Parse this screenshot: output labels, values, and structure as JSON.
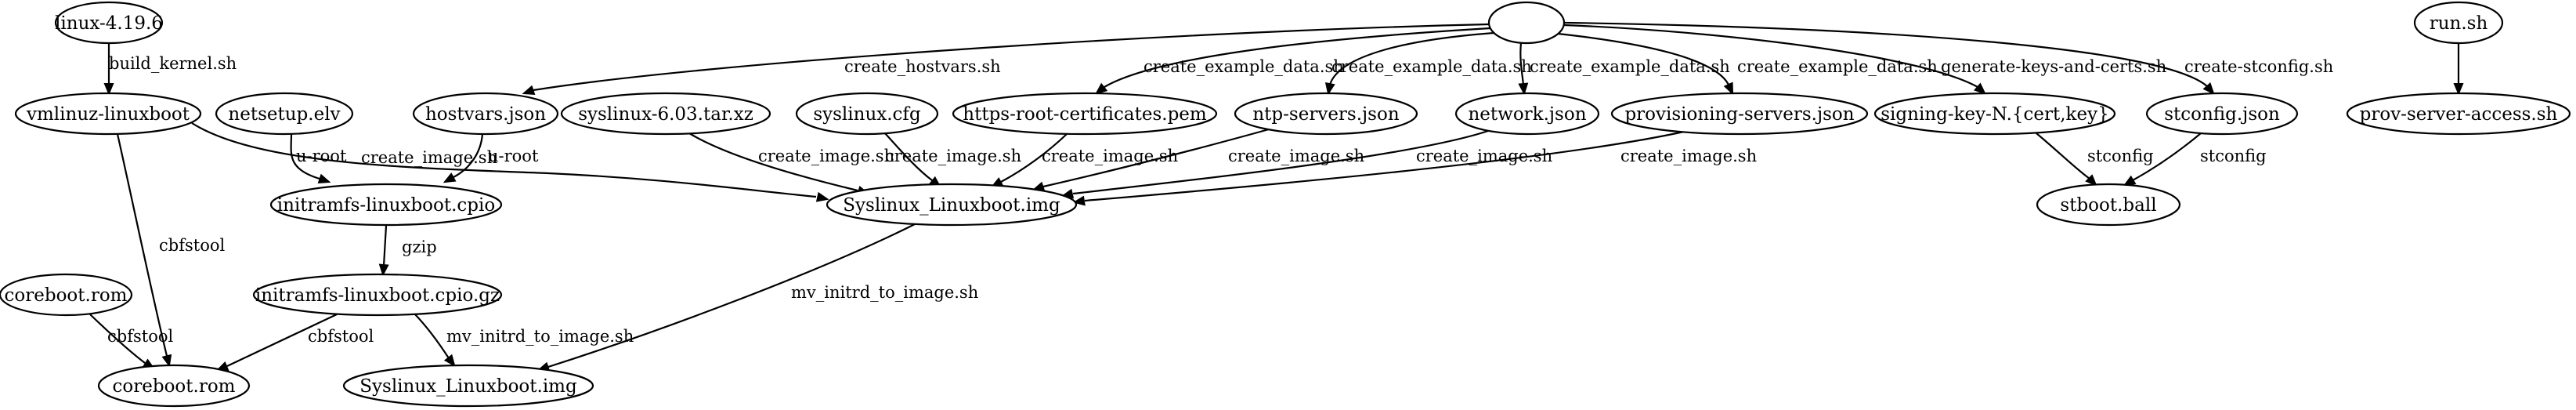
{
  "graph": {
    "nodes": [
      {
        "id": "linux",
        "label": "linux-4.19.6"
      },
      {
        "id": "vmlinuz",
        "label": "vmlinuz-linuxboot"
      },
      {
        "id": "netsetup",
        "label": "netsetup.elv"
      },
      {
        "id": "hostvars",
        "label": "hostvars.json"
      },
      {
        "id": "syslinux_tar",
        "label": "syslinux-6.03.tar.xz"
      },
      {
        "id": "syslinux_cfg",
        "label": "syslinux.cfg"
      },
      {
        "id": "https_certs",
        "label": "https-root-certificates.pem"
      },
      {
        "id": "ntp",
        "label": "ntp-servers.json"
      },
      {
        "id": "network",
        "label": "network.json"
      },
      {
        "id": "prov_servers",
        "label": "provisioning-servers.json"
      },
      {
        "id": "signing_key",
        "label": "signing-key-N.{cert,key}"
      },
      {
        "id": "stconfig",
        "label": "stconfig.json"
      },
      {
        "id": "blank",
        "label": ""
      },
      {
        "id": "runsh",
        "label": "run.sh"
      },
      {
        "id": "prov_access",
        "label": "prov-server-access.sh"
      },
      {
        "id": "initramfs",
        "label": "initramfs-linuxboot.cpio"
      },
      {
        "id": "syslinux_img",
        "label": "Syslinux_Linuxboot.img"
      },
      {
        "id": "stboot",
        "label": "stboot.ball"
      },
      {
        "id": "initramfs_gz",
        "label": "initramfs-linuxboot.cpio.gz"
      },
      {
        "id": "coreboot_in",
        "label": "coreboot.rom"
      },
      {
        "id": "coreboot_out",
        "label": "coreboot.rom"
      },
      {
        "id": "syslinux_img_out",
        "label": "Syslinux_Linuxboot.img"
      }
    ],
    "edges": [
      {
        "from": "linux",
        "to": "vmlinuz",
        "label": "build_kernel.sh"
      },
      {
        "from": "vmlinuz",
        "to": "syslinux_img",
        "label": "create_image.sh"
      },
      {
        "from": "vmlinuz",
        "to": "coreboot_out",
        "label": "cbfstool"
      },
      {
        "from": "netsetup",
        "to": "initramfs",
        "label": "u-root"
      },
      {
        "from": "hostvars",
        "to": "initramfs",
        "label": "u-root"
      },
      {
        "from": "syslinux_tar",
        "to": "syslinux_img",
        "label": "create_image.sh"
      },
      {
        "from": "syslinux_cfg",
        "to": "syslinux_img",
        "label": "create_image.sh"
      },
      {
        "from": "https_certs",
        "to": "syslinux_img",
        "label": "create_image.sh"
      },
      {
        "from": "ntp",
        "to": "syslinux_img",
        "label": "create_image.sh"
      },
      {
        "from": "network",
        "to": "syslinux_img",
        "label": "create_image.sh"
      },
      {
        "from": "prov_servers",
        "to": "syslinux_img",
        "label": "create_image.sh"
      },
      {
        "from": "blank",
        "to": "hostvars",
        "label": "create_hostvars.sh"
      },
      {
        "from": "blank",
        "to": "https_certs",
        "label": "create_example_data.sh"
      },
      {
        "from": "blank",
        "to": "ntp",
        "label": "create_example_data.sh"
      },
      {
        "from": "blank",
        "to": "network",
        "label": "create_example_data.sh"
      },
      {
        "from": "blank",
        "to": "prov_servers",
        "label": "create_example_data.sh"
      },
      {
        "from": "blank",
        "to": "signing_key",
        "label": "generate-keys-and-certs.sh"
      },
      {
        "from": "blank",
        "to": "stconfig",
        "label": "create-stconfig.sh"
      },
      {
        "from": "runsh",
        "to": "prov_access",
        "label": ""
      },
      {
        "from": "signing_key",
        "to": "stboot",
        "label": "stconfig"
      },
      {
        "from": "stconfig",
        "to": "stboot",
        "label": "stconfig"
      },
      {
        "from": "initramfs",
        "to": "initramfs_gz",
        "label": "gzip"
      },
      {
        "from": "initramfs_gz",
        "to": "coreboot_out",
        "label": "cbfstool"
      },
      {
        "from": "initramfs_gz",
        "to": "syslinux_img_out",
        "label": "mv_initrd_to_image.sh"
      },
      {
        "from": "coreboot_in",
        "to": "coreboot_out",
        "label": "cbfstool"
      },
      {
        "from": "syslinux_img",
        "to": "syslinux_img_out",
        "label": "mv_initrd_to_image.sh"
      }
    ]
  }
}
